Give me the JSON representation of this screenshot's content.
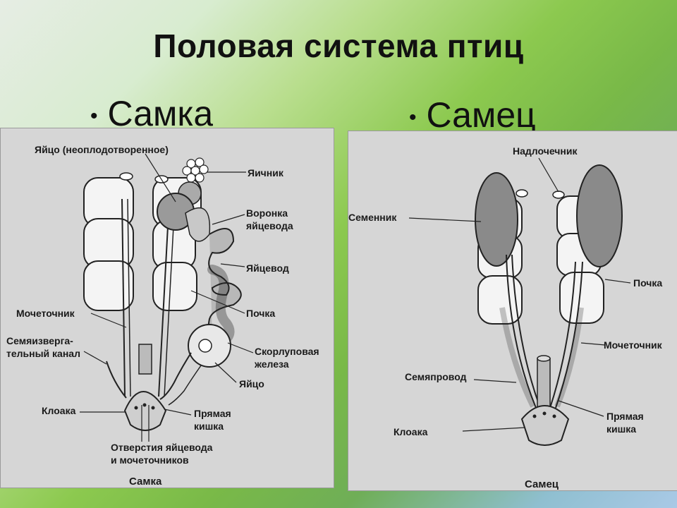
{
  "title": "Половая система птиц",
  "bullets": {
    "female": "Самка",
    "male": "Самец",
    "marker": "•"
  },
  "female_panel": {
    "caption": "Самка",
    "labels": {
      "egg_unfertilized": "Яйцо (неоплодотворенное)",
      "ovary": "Яичник",
      "funnel_line1": "Воронка",
      "funnel_line2": "яйцевода",
      "oviduct": "Яйцевод",
      "kidney": "Почка",
      "ureter": "Мочеточник",
      "vas_deferens_line1": "Семяизверга-",
      "vas_deferens_line2": "тельный канал",
      "shell_gland_line1": "Скорлуповая",
      "shell_gland_line2": "железа",
      "egg": "Яйцо",
      "cloaca": "Клоака",
      "rectum_line1": "Прямая",
      "rectum_line2": "кишка",
      "openings_line1": "Отверстия яйцевода",
      "openings_line2": "и мочеточников"
    }
  },
  "male_panel": {
    "caption": "Самец",
    "labels": {
      "adrenal": "Надлочечник",
      "testis": "Семенник",
      "kidney": "Почка",
      "ureter": "Мочеточник",
      "vas_deferens": "Семяпровод",
      "cloaca": "Клоака",
      "rectum_line1": "Прямая",
      "rectum_line2": "кишка"
    }
  }
}
